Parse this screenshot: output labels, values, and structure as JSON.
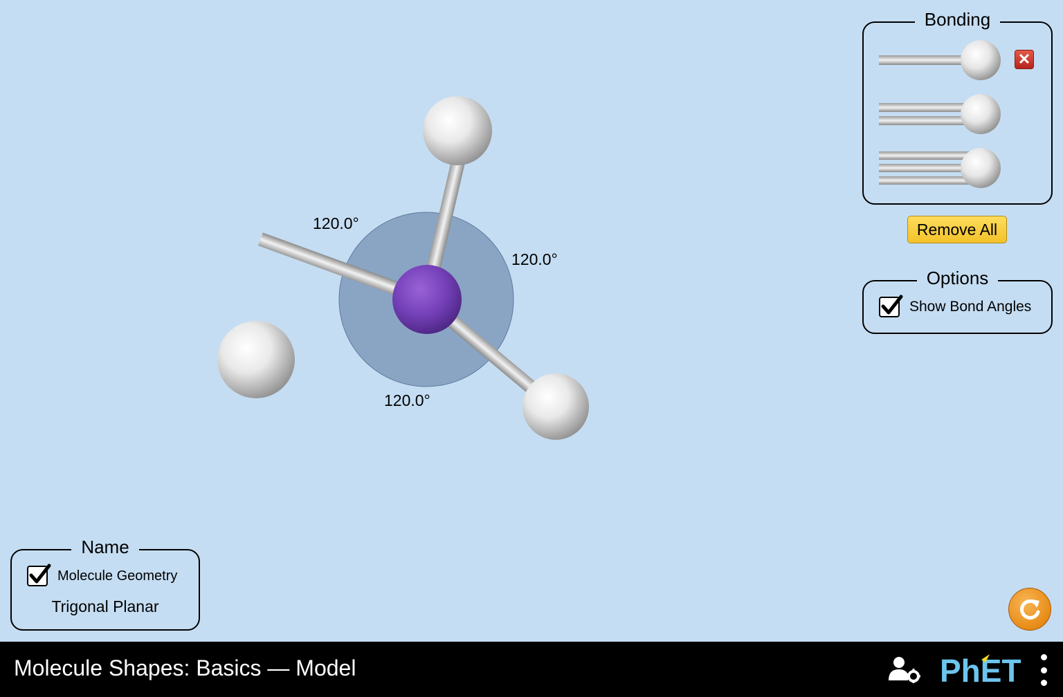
{
  "app": {
    "title": "Molecule Shapes: Basics — Model"
  },
  "molecule": {
    "central_atom_color": "#7c4bbf",
    "outer_atom_color": "#e6e6e6",
    "angle_arc_color": "#8aa5c4",
    "bond_angles": [
      "120.0°",
      "120.0°",
      "120.0°"
    ]
  },
  "bonding_panel": {
    "title": "Bonding",
    "rows": [
      {
        "type": "single",
        "has_remove": true
      },
      {
        "type": "double",
        "has_remove": false
      },
      {
        "type": "triple",
        "has_remove": false
      }
    ],
    "remove_icon": "x-icon",
    "remove_all_label": "Remove All"
  },
  "options_panel": {
    "title": "Options",
    "show_bond_angles_label": "Show Bond Angles",
    "show_bond_angles_checked": true
  },
  "name_panel": {
    "title": "Name",
    "molecule_geometry_label": "Molecule Geometry",
    "molecule_geometry_checked": true,
    "geometry_name": "Trigonal Planar"
  },
  "controls": {
    "reset_icon": "reset-icon",
    "reset_color": "#e88b17"
  },
  "navbar": {
    "preferences_icon": "user-gear-icon",
    "logo_text": "PhET",
    "menu_icon": "kebab-menu-icon"
  }
}
